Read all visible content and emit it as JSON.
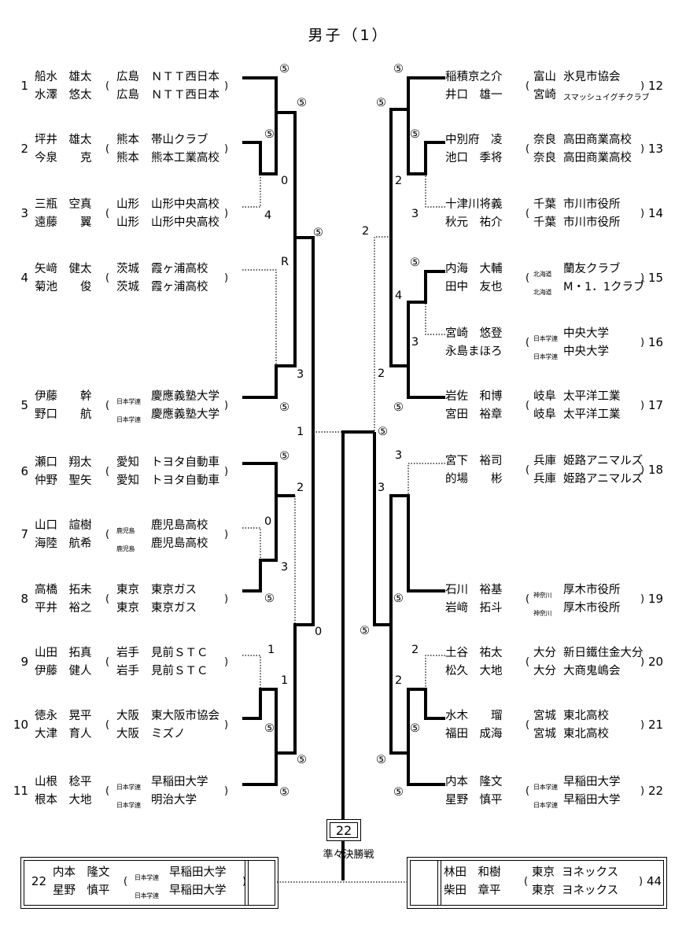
{
  "title": "男子（1）",
  "left": [
    {
      "seed": "1",
      "players": [
        {
          "name": "船水　雄太",
          "pref": "広島",
          "team": "ＮＴＴ西日本"
        },
        {
          "name": "水澤　悠太",
          "pref": "広島",
          "team": "ＮＴＴ西日本"
        }
      ]
    },
    {
      "seed": "2",
      "players": [
        {
          "name": "坪井　雄太",
          "pref": "熊本",
          "team": "帯山クラブ"
        },
        {
          "name": "今泉　　克",
          "pref": "熊本",
          "team": "熊本工業高校"
        }
      ]
    },
    {
      "seed": "3",
      "players": [
        {
          "name": "三瓶　空真",
          "pref": "山形",
          "team": "山形中央高校"
        },
        {
          "name": "遠藤　　翼",
          "pref": "山形",
          "team": "山形中央高校"
        }
      ]
    },
    {
      "seed": "4",
      "players": [
        {
          "name": "矢﨑　健太",
          "pref": "茨城",
          "team": "霞ヶ浦高校"
        },
        {
          "name": "菊池　　俊",
          "pref": "茨城",
          "team": "霞ヶ浦高校"
        }
      ]
    },
    {
      "seed": "5",
      "players": [
        {
          "name": "伊藤　　幹",
          "pref": "日本学連",
          "team": "慶應義塾大学"
        },
        {
          "name": "野口　　航",
          "pref": "日本学連",
          "team": "慶應義塾大学"
        }
      ]
    },
    {
      "seed": "6",
      "players": [
        {
          "name": "瀬口　翔太",
          "pref": "愛知",
          "team": "トヨタ自動車"
        },
        {
          "name": "仲野　聖矢",
          "pref": "愛知",
          "team": "トヨタ自動車"
        }
      ]
    },
    {
      "seed": "7",
      "players": [
        {
          "name": "山口　諠樹",
          "pref": "鹿児島",
          "team": "鹿児島高校"
        },
        {
          "name": "海陸　航希",
          "pref": "鹿児島",
          "team": "鹿児島高校"
        }
      ]
    },
    {
      "seed": "8",
      "players": [
        {
          "name": "高橋　拓未",
          "pref": "東京",
          "team": "東京ガス"
        },
        {
          "name": "平井　裕之",
          "pref": "東京",
          "team": "東京ガス"
        }
      ]
    },
    {
      "seed": "9",
      "players": [
        {
          "name": "山田　拓真",
          "pref": "岩手",
          "team": "見前ＳＴＣ"
        },
        {
          "name": "伊藤　健人",
          "pref": "岩手",
          "team": "見前ＳＴＣ"
        }
      ]
    },
    {
      "seed": "10",
      "players": [
        {
          "name": "徳永　晃平",
          "pref": "大阪",
          "team": "東大阪市協会"
        },
        {
          "name": "大津　育人",
          "pref": "大阪",
          "team": "ミズノ"
        }
      ]
    },
    {
      "seed": "11",
      "players": [
        {
          "name": "山根　稔平",
          "pref": "日本学連",
          "team": "早稲田大学"
        },
        {
          "name": "根本　大地",
          "pref": "日本学連",
          "team": "明治大学"
        }
      ]
    }
  ],
  "right": [
    {
      "seed": "12",
      "players": [
        {
          "name": "稲積京之介",
          "pref": "富山",
          "team": "氷見市協会"
        },
        {
          "name": "井口　雄一",
          "pref": "宮崎",
          "team": "スマッシュイグチクラブ"
        }
      ]
    },
    {
      "seed": "13",
      "players": [
        {
          "name": "中別府　凌",
          "pref": "奈良",
          "team": "高田商業高校"
        },
        {
          "name": "池口　季将",
          "pref": "奈良",
          "team": "高田商業高校"
        }
      ]
    },
    {
      "seed": "14",
      "players": [
        {
          "name": "十津川将義",
          "pref": "千葉",
          "team": "市川市役所"
        },
        {
          "name": "秋元　祐介",
          "pref": "千葉",
          "team": "市川市役所"
        }
      ]
    },
    {
      "seed": "15",
      "players": [
        {
          "name": "内海　大輔",
          "pref": "北海道",
          "team": "蘭友クラブ"
        },
        {
          "name": "田中　友也",
          "pref": "北海道",
          "team": "M・1．1クラブ"
        }
      ]
    },
    {
      "seed": "16",
      "players": [
        {
          "name": "宮崎　悠登",
          "pref": "日本学連",
          "team": "中央大学"
        },
        {
          "name": "永島まほろ",
          "pref": "日本学連",
          "team": "中央大学"
        }
      ]
    },
    {
      "seed": "17",
      "players": [
        {
          "name": "岩佐　和博",
          "pref": "岐阜",
          "team": "太平洋工業"
        },
        {
          "name": "宮田　裕章",
          "pref": "岐阜",
          "team": "太平洋工業"
        }
      ]
    },
    {
      "seed": "18",
      "players": [
        {
          "name": "宮下　裕司",
          "pref": "兵庫",
          "team": "姫路アニマルズ"
        },
        {
          "name": "的場　　彬",
          "pref": "兵庫",
          "team": "姫路アニマルズ"
        }
      ]
    },
    {
      "seed": "19",
      "players": [
        {
          "name": "石川　裕基",
          "pref": "神奈川",
          "team": "厚木市役所"
        },
        {
          "name": "岩﨑　拓斗",
          "pref": "神奈川",
          "team": "厚木市役所"
        }
      ]
    },
    {
      "seed": "20",
      "players": [
        {
          "name": "土谷　祐太",
          "pref": "大分",
          "team": "新日鐵住金大分"
        },
        {
          "name": "松久　大地",
          "pref": "大分",
          "team": "大商鬼嶋会"
        }
      ]
    },
    {
      "seed": "21",
      "players": [
        {
          "name": "水木　　瑠",
          "pref": "宮城",
          "team": "東北高校"
        },
        {
          "name": "福田　成海",
          "pref": "宮城",
          "team": "東北高校"
        }
      ]
    },
    {
      "seed": "22",
      "players": [
        {
          "name": "内本　隆文",
          "pref": "日本学連",
          "team": "早稲田大学"
        },
        {
          "name": "星野　慎平",
          "pref": "日本学連",
          "team": "早稲田大学"
        }
      ]
    }
  ],
  "scores": {
    "s1a": "⑤",
    "s2a": "⑤",
    "s23a": "0",
    "s3a": "4",
    "s13a": "⑤",
    "s4a": "R",
    "s5a": "3",
    "s5b": "⑤",
    "s15a": "⑤",
    "s6a": "⑤",
    "s6b": "2",
    "s7a": "0",
    "s8a": "3",
    "s8b": "⑤",
    "s68a": "0",
    "s9a": "1",
    "s9b": "1",
    "s10a": "⑤",
    "s11a": "⑤",
    "s11b": "⑤",
    "sLfin": "1",
    "sRfin": "⑤",
    "r12a": "⑤",
    "r12b": "⑤",
    "r13a": "⑤",
    "r13b": "2",
    "r14a": "3",
    "rtop": "2",
    "r15a": "⑤",
    "r15b": "4",
    "r16a": "3",
    "r17a": "2",
    "r17b": "⑤",
    "r18a": "3",
    "r18b": "3",
    "r19a": "⑤",
    "r1819": "⑤",
    "r20a": "2",
    "r20b": "2",
    "r21a": "⑤",
    "r22a": "⑤",
    "r22b": "⑤"
  },
  "champion": "22",
  "round_label": "準々決勝戦",
  "final_left": {
    "seed": "22",
    "players": [
      {
        "name": "内本　隆文",
        "pref": "日本学連",
        "team": "早稲田大学"
      },
      {
        "name": "星野　慎平",
        "pref": "日本学連",
        "team": "早稲田大学"
      }
    ]
  },
  "final_right": {
    "seed": "44",
    "players": [
      {
        "name": "林田　和樹",
        "pref": "東京",
        "team": "ヨネックス"
      },
      {
        "name": "柴田　章平",
        "pref": "東京",
        "team": "ヨネックス"
      }
    ]
  }
}
